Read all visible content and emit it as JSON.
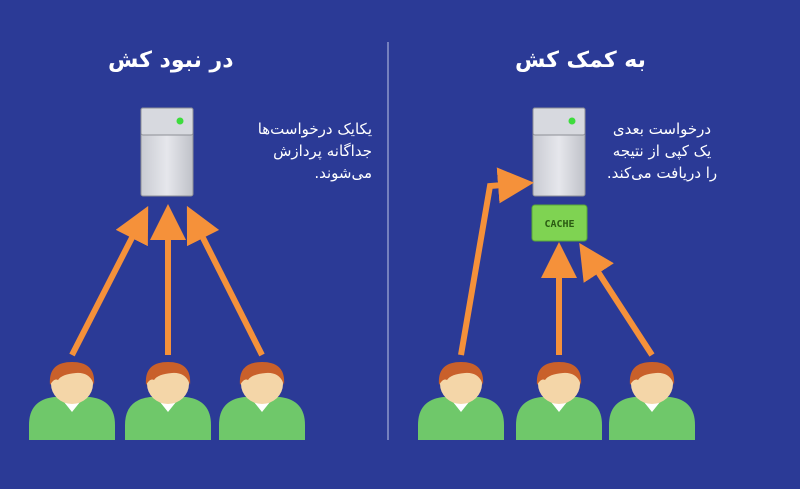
{
  "left_panel": {
    "title": "در نبود کش",
    "caption_lines": [
      "یکایک درخواست‌ها",
      "جداگانه پردازش",
      "می‌شوند."
    ]
  },
  "right_panel": {
    "title": "به کمک کش",
    "caption_lines": [
      "درخواست بعدی",
      "یک کپی از نتیجه",
      "را دریافت می‌کند."
    ],
    "cache_label": "CACHE"
  },
  "colors": {
    "background": "#2b3a96",
    "arrow": "#f5913a",
    "divider": "#8e98cc",
    "server_led": "#3ddc3d",
    "cache_fill": "#7fd352",
    "user_shirt": "#6fc86a",
    "user_skin": "#f4d6a8",
    "user_hair": "#c9602a"
  }
}
